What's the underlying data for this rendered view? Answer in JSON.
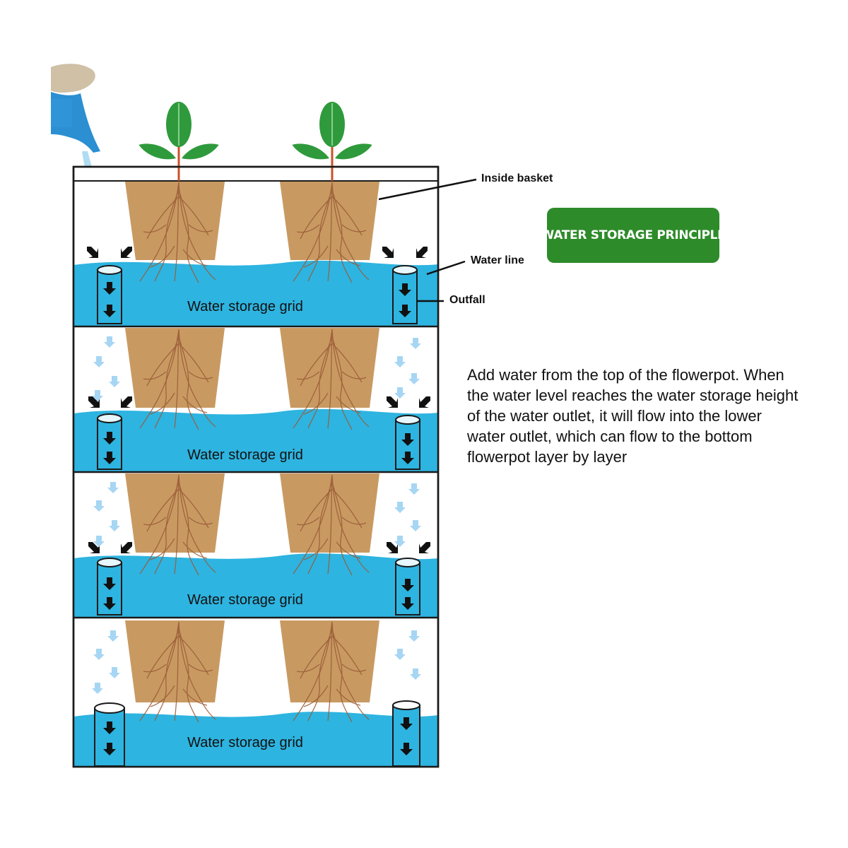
{
  "callouts": {
    "inside_basket": "Inside basket",
    "water_line": "Water line",
    "outfall": "Outfall"
  },
  "layers": [
    {
      "grid_label": "Water storage grid"
    },
    {
      "grid_label": "Water storage grid"
    },
    {
      "grid_label": "Water storage grid"
    },
    {
      "grid_label": "Water storage grid"
    }
  ],
  "badge": {
    "title": "WATER STORAGE PRINCIPLE"
  },
  "description": "Add water from the top of the flowerpot. When the water level reaches the water storage height of the water outlet, it will flow into the lower water outlet, which can flow to the bottom flowerpot layer by layer",
  "colors": {
    "water": "#2eb4e0",
    "pot": "#c89a62",
    "badge": "#2e8b2a",
    "leaf": "#2f9a3c",
    "arrow_light": "#9fd3f2",
    "frame": "#1a1a1a"
  },
  "icons": [
    "watering-can-icon",
    "seedling-icon",
    "down-arrow-icon",
    "pipe-outlet-icon"
  ]
}
